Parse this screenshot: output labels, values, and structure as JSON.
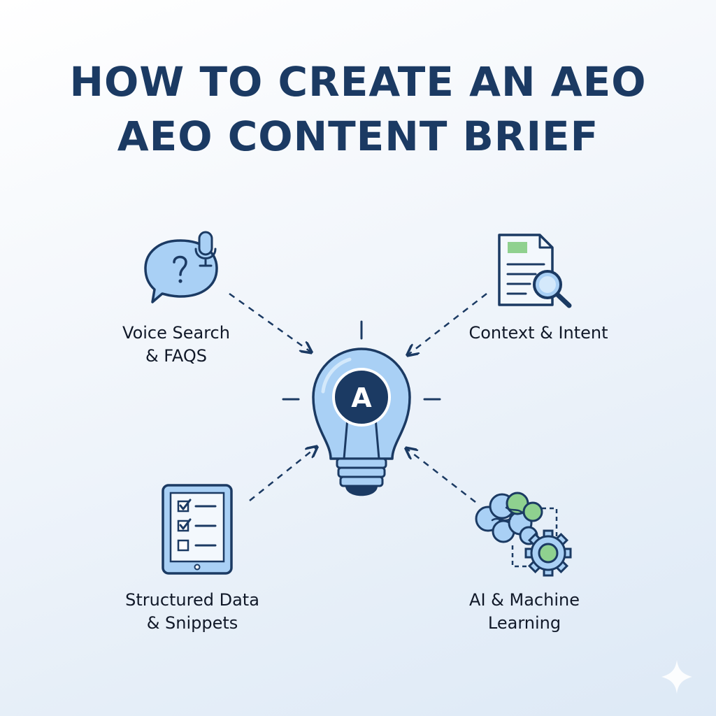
{
  "title": {
    "line1": "HOW TO CREATE AN AEO",
    "line2": "AEO CONTENT BRIEF"
  },
  "hub": {
    "letter": "A",
    "icon": "lightbulb-icon"
  },
  "nodes": [
    {
      "line1": "Voice Search",
      "line2": "& FAQS",
      "icon": "chat-question-microphone-icon"
    },
    {
      "line1": "Context & Intent",
      "line2": "",
      "icon": "document-magnifier-icon"
    },
    {
      "line1": "Structured Data",
      "line2": "& Snippets",
      "icon": "tablet-checklist-icon"
    },
    {
      "line1": "AI & Machine",
      "line2": "Learning",
      "icon": "brain-gear-icon"
    }
  ],
  "colors": {
    "title": "#1b3a63",
    "outline": "#1b3a63",
    "icon_fill": "#a9d0f5",
    "accent_green": "#8fd18f",
    "background_top": "#ffffff",
    "background_bottom": "#dde9f6"
  }
}
